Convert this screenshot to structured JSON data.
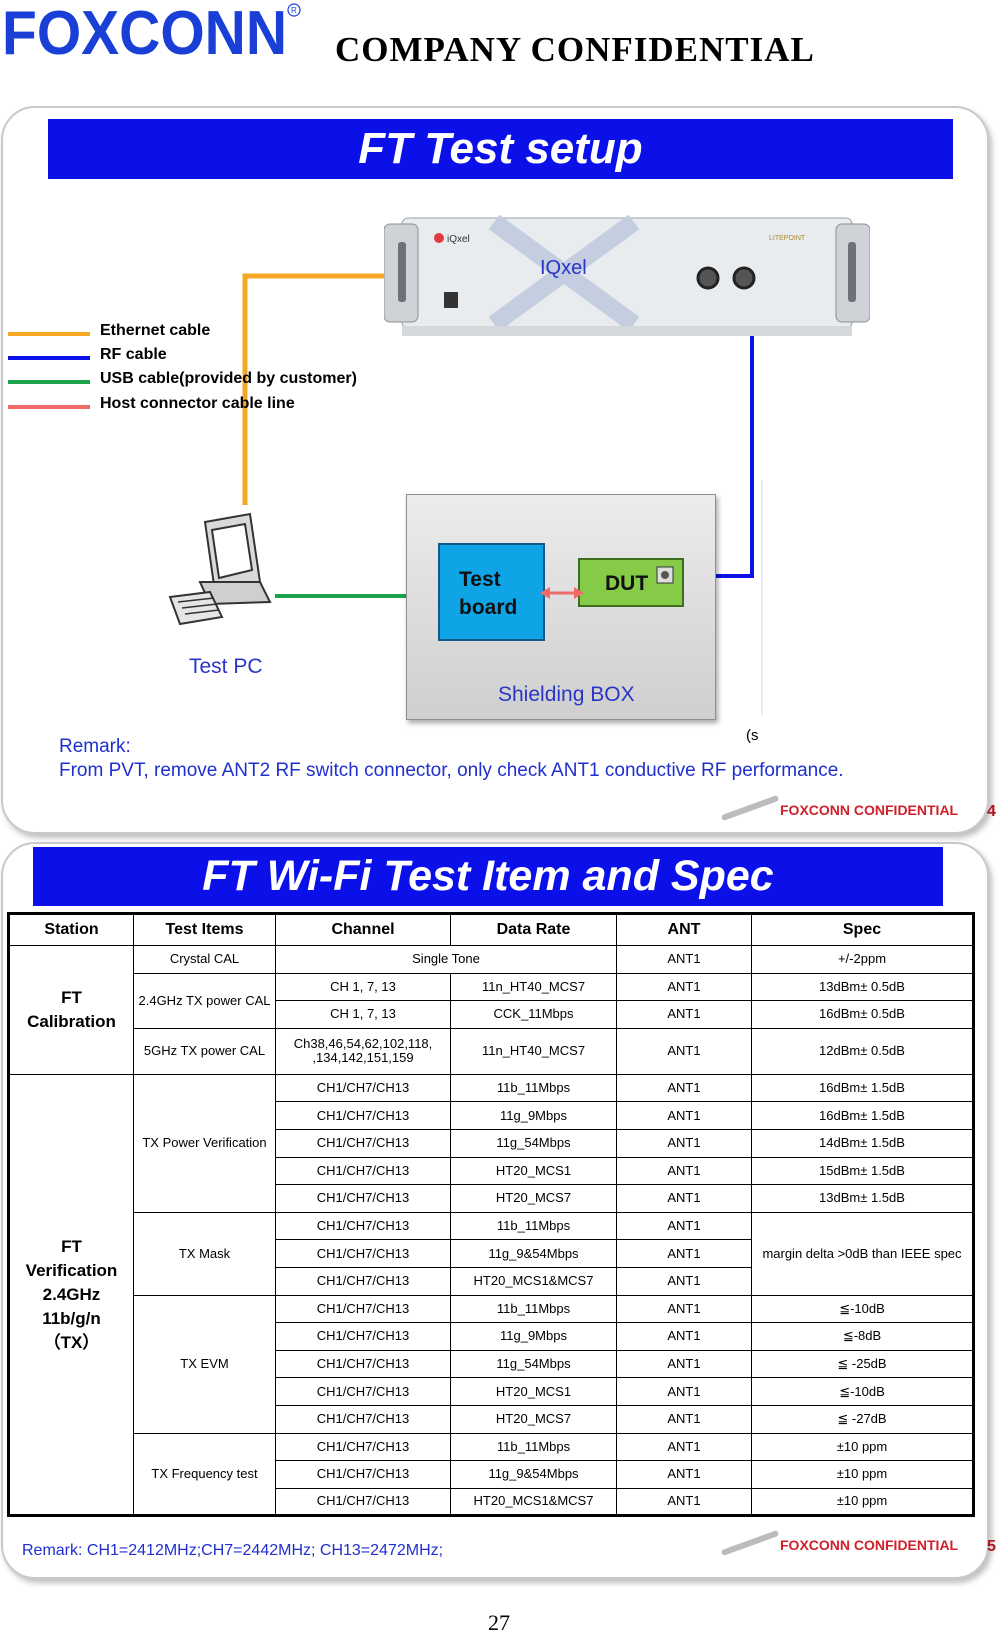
{
  "header": {
    "logo_text": "FOXCONN",
    "confidential": "COMPANY  CONFIDENTIAL"
  },
  "colors": {
    "title_bar": "#0b10e8",
    "ethernet": "#f5a623",
    "rf": "#0b10e8",
    "usb": "#1aa34a",
    "host": "#f06a6a",
    "remark": "#1f2fd0",
    "slide_conf": "#d0202a"
  },
  "slide1": {
    "title": "FT Test setup",
    "legend": [
      {
        "label": "Ethernet cable",
        "color": "#f5a623"
      },
      {
        "label": "RF cable",
        "color": "#0b10e8"
      },
      {
        "label": "USB cable(provided by customer)",
        "color": "#1aa34a"
      },
      {
        "label": "Host connector cable line",
        "color": "#f06a6a"
      }
    ],
    "iqxel_label": "IQxel",
    "shielding_box_label": "Shielding BOX",
    "test_board_label": "Test board",
    "dut_label": "DUT",
    "test_pc_label": "Test PC",
    "stray_text": "(s",
    "remark_heading": "Remark:",
    "remark_text": "From PVT, remove ANT2 RF switch connector, only check ANT1 conductive RF performance.",
    "footer_conf": "FOXCONN CONFIDENTIAL",
    "slide_number": "4"
  },
  "slide2": {
    "title": "FT Wi-Fi Test Item and Spec",
    "columns": [
      "Station",
      "Test Items",
      "Channel",
      "Data Rate",
      "ANT",
      "Spec"
    ],
    "station_calibration": "FT\nCalibration",
    "station_verification": "FT\nVerification\n2.4GHz\n11b/g/n\n（TX）",
    "groups": [
      {
        "item": "Crystal CAL",
        "rows": [
          {
            "channel": "Single Tone",
            "rate": null,
            "ant": "ANT1",
            "spec": "+/-2ppm"
          }
        ]
      },
      {
        "item": "2.4GHz TX power CAL",
        "rows": [
          {
            "channel": "CH 1, 7, 13",
            "rate": "11n_HT40_MCS7",
            "ant": "ANT1",
            "spec": "13dBm± 0.5dB"
          },
          {
            "channel": "CH 1, 7, 13",
            "rate": "CCK_11Mbps",
            "ant": "ANT1",
            "spec": "16dBm± 0.5dB"
          }
        ]
      },
      {
        "item": "5GHz TX power CAL",
        "rows": [
          {
            "channel": "Ch38,46,54,62,102,118, ,134,142,151,159",
            "rate": "11n_HT40_MCS7",
            "ant": "ANT1",
            "spec": "12dBm± 0.5dB"
          }
        ]
      },
      {
        "item": "TX Power Verification",
        "rows": [
          {
            "channel": "CH1/CH7/CH13",
            "rate": "11b_11Mbps",
            "ant": "ANT1",
            "spec": "16dBm± 1.5dB"
          },
          {
            "channel": "CH1/CH7/CH13",
            "rate": "11g_9Mbps",
            "ant": "ANT1",
            "spec": "16dBm± 1.5dB"
          },
          {
            "channel": "CH1/CH7/CH13",
            "rate": "11g_54Mbps",
            "ant": "ANT1",
            "spec": "14dBm± 1.5dB"
          },
          {
            "channel": "CH1/CH7/CH13",
            "rate": "HT20_MCS1",
            "ant": "ANT1",
            "spec": "15dBm± 1.5dB"
          },
          {
            "channel": "CH1/CH7/CH13",
            "rate": "HT20_MCS7",
            "ant": "ANT1",
            "spec": "13dBm± 1.5dB"
          }
        ]
      },
      {
        "item": "TX Mask",
        "spec_merged": "margin delta >0dB than IEEE spec",
        "rows": [
          {
            "channel": "CH1/CH7/CH13",
            "rate": "11b_11Mbps",
            "ant": "ANT1"
          },
          {
            "channel": "CH1/CH7/CH13",
            "rate": "11g_9&54Mbps",
            "ant": "ANT1"
          },
          {
            "channel": "CH1/CH7/CH13",
            "rate": "HT20_MCS1&MCS7",
            "ant": "ANT1"
          }
        ]
      },
      {
        "item": "TX EVM",
        "rows": [
          {
            "channel": "CH1/CH7/CH13",
            "rate": "11b_11Mbps",
            "ant": "ANT1",
            "spec": "≦-10dB"
          },
          {
            "channel": "CH1/CH7/CH13",
            "rate": "11g_9Mbps",
            "ant": "ANT1",
            "spec": "≦-8dB"
          },
          {
            "channel": "CH1/CH7/CH13",
            "rate": "11g_54Mbps",
            "ant": "ANT1",
            "spec": "≦ -25dB"
          },
          {
            "channel": "CH1/CH7/CH13",
            "rate": "HT20_MCS1",
            "ant": "ANT1",
            "spec": "≦-10dB"
          },
          {
            "channel": "CH1/CH7/CH13",
            "rate": "HT20_MCS7",
            "ant": "ANT1",
            "spec": "≦ -27dB"
          }
        ]
      },
      {
        "item": "TX Frequency test",
        "rows": [
          {
            "channel": "CH1/CH7/CH13",
            "rate": "11b_11Mbps",
            "ant": "ANT1",
            "spec": "±10 ppm"
          },
          {
            "channel": "CH1/CH7/CH13",
            "rate": "11g_9&54Mbps",
            "ant": "ANT1",
            "spec": "±10 ppm"
          },
          {
            "channel": "CH1/CH7/CH13",
            "rate": "HT20_MCS1&MCS7",
            "ant": "ANT1",
            "spec": "±10 ppm"
          }
        ]
      }
    ],
    "remark": "Remark: CH1=2412MHz;CH7=2442MHz; CH13=2472MHz;",
    "footer_conf": "FOXCONN CONFIDENTIAL",
    "slide_number": "5"
  },
  "page_number": "27"
}
